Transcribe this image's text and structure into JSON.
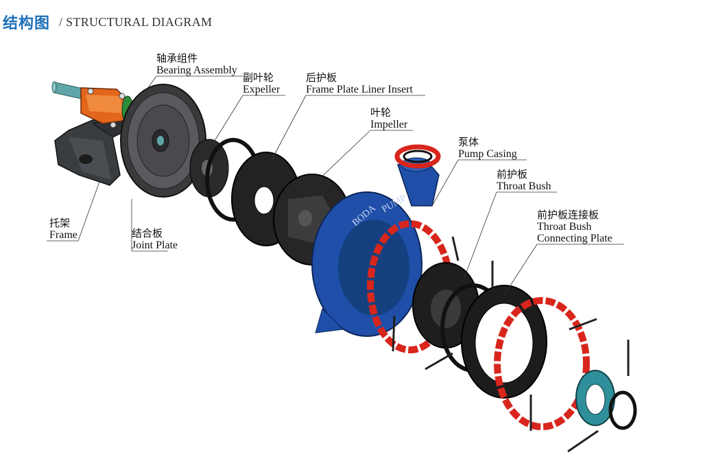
{
  "header": {
    "title_cn": "结构图",
    "title_en": "/ STRUCTURAL DIAGRAM"
  },
  "labels": {
    "bearing": {
      "cn": "轴承组件",
      "en": "Bearing Assembly"
    },
    "expeller": {
      "cn": "副叶轮",
      "en": "Expeller"
    },
    "frame_plate_liner": {
      "cn": "后护板",
      "en": "Frame Plate Liner Insert"
    },
    "impeller": {
      "cn": "叶轮",
      "en": "Impeller"
    },
    "pump_casing": {
      "cn": "泵体",
      "en": "Pump Casing"
    },
    "throat_bush": {
      "cn": "前护板",
      "en": "Throat Bush"
    },
    "connecting_plate": {
      "cn": "前护板连接板",
      "en1": "Throat Bush",
      "en2": "Connecting Plate"
    },
    "frame": {
      "cn": "托架",
      "en": "Frame"
    },
    "joint_plate": {
      "cn": "结合板",
      "en": "Joint Plate"
    }
  },
  "casing_text": {
    "line1": "BODA",
    "line2": "PUMP"
  },
  "colors": {
    "title_blue": "#1d6fb8",
    "casing_blue": "#1f4fa8",
    "clamp_red": "#d8261c",
    "bearing_orange": "#e2661c",
    "shaft_teal": "#5fa6a8",
    "flange_teal": "#2f8f9a",
    "dark_part": "#2a2a2a",
    "frame_gray": "#3a3d40"
  }
}
